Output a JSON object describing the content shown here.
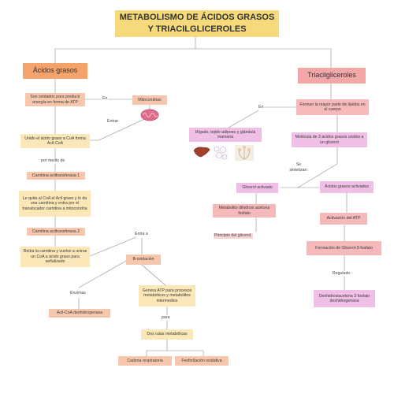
{
  "title": "METABOLISMO DE ÁCIDOS GRASOS Y TRIACILGLICEROLES",
  "left": {
    "header": "Ácidos grasos",
    "oxidized": "Son oxidados para producir energía en forma de ATP",
    "en_label": "En",
    "mitochondria": "Mitocondrias",
    "enter_label": "Entrar",
    "bind_coa": "Unido el ácido graso a CoA forma Acil-CoA",
    "por_medio": "por medio de",
    "cat1": "Carnitina aciltransferasa 1",
    "remove": "Le quita al CoA el Acil graso y lo da una carnitina y entra por el translocador carnitina a mitocondria",
    "cat2": "Carnitina aciltransferasa 2",
    "return_coa": "Retira la carnitina y vuelve a unirse un CoA a ácido graso para señalizarlo",
    "entra_a": "Entra a",
    "beta": "B-oxidación",
    "enzimas_label": "Enzimas",
    "acil_coa": "Acil-CoA deshidrogenasa",
    "atp": "Genera ATP para procesos metabólicos y metabolitos intermedios",
    "para_label": "para",
    "dos_rutas": "Dos rutas metabólicas",
    "cadena": "Cadena respiratoria",
    "fosforilacion": "Fosforilación oxidativa"
  },
  "right": {
    "header": "Triacilgliceroles",
    "en_label": "En",
    "storage": "Forman la mayor parte de lípidos en el cuerpo",
    "organs": "Hígado, tejido adiposo y glándula mamaria",
    "molecule": "Molécula de 3 ácidos grasos unidos a un glicerol",
    "sintetizan": "Se sintetizan:",
    "glicerol": "Glicerol activado",
    "acidos_act": "Ácidos grasos activados",
    "dhap": "Metabolito dihidroxi acetona fosfato",
    "precursor": "Principio del glicerol.",
    "act_atp": "Activación del ATP",
    "g3p": "Formación de Glicerol-3-fosfato",
    "regulado": "Regulado",
    "dhap_dh": "Deshidroxiacetona 3 fosfato deshidrogenasa"
  },
  "icons": [
    "mitochondria-icon",
    "liver-icon",
    "adipose-tissue-icon",
    "mammary-gland-icon"
  ],
  "colors": {
    "title": "#f6d97a",
    "header_left": "#f4a36b",
    "header_right": "#f3a7a7",
    "salmon": "#f6c7ad",
    "yellow": "#fbe7b7",
    "pink": "#f5b9b9",
    "magenta": "#f0bfe5"
  }
}
